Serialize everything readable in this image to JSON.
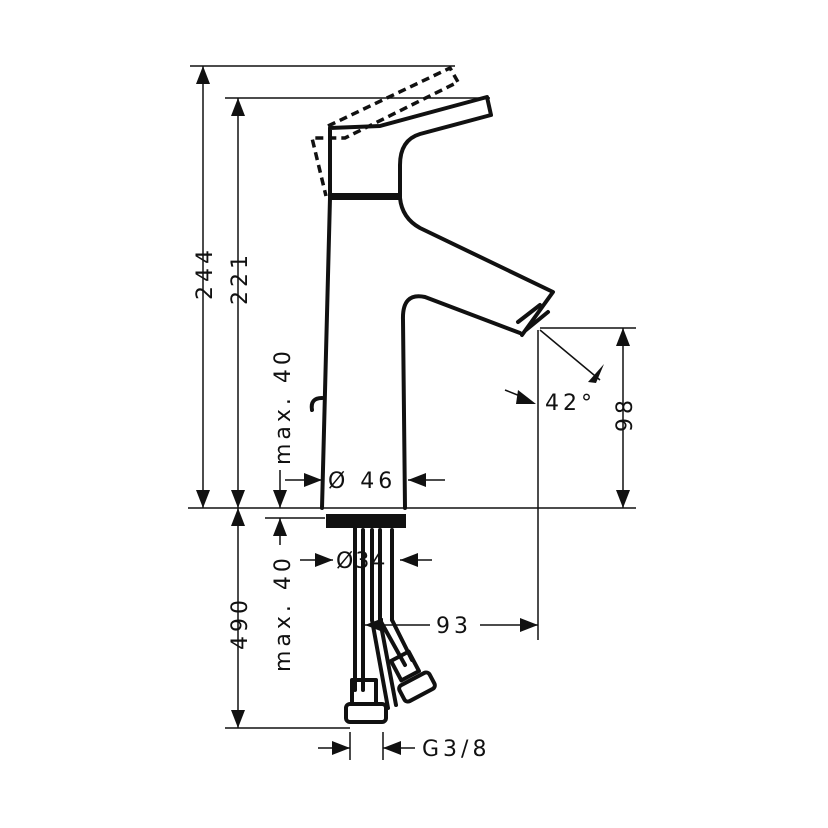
{
  "drawing": {
    "dimensions": {
      "height_total": "244",
      "height_spout_lever": "221",
      "pop_up_max": "max. 40",
      "body_diameter": "Ø 46",
      "spray_angle": "42°",
      "spout_height": "98",
      "hose_length": "490",
      "mounting_max": "max. 40",
      "shank_diameter": "Ø34",
      "projection": "93",
      "connection": "G3/8"
    }
  }
}
